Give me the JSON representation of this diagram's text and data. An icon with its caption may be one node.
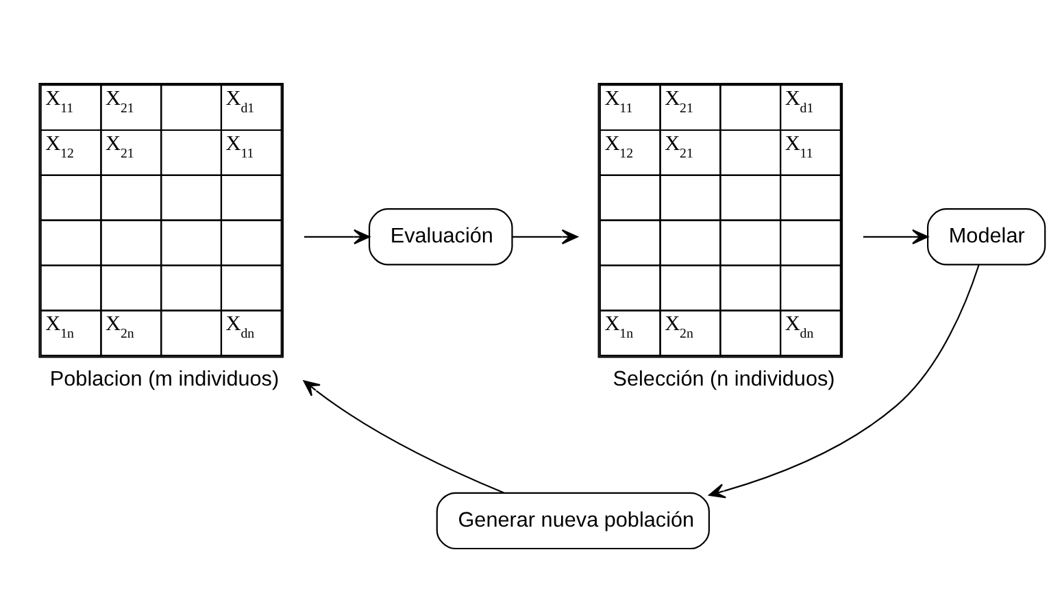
{
  "diagram": {
    "nodes": [
      {
        "text": [
          "X$_{11}$",
          "X$_{21}$",
          "X$_{d1}$",
          "X$_{12}$",
          "X$_{21}$",
          "X$_{11}$",
          "X$_{1n}$",
          "X$_{2n}$",
          "X$_{dn}$"
        ],
        "beside": [
          "Poblacion (m individuos)"
        ]
      },
      {
        "text": [
          "Evaluación"
        ]
      },
      {
        "text": [
          "X$_{11}$",
          "X$_{21}$",
          "X$_{d1}$",
          "X$_{12}$",
          "X$_{21}$",
          "X$_{11}$",
          "X$_{1n}$",
          "X$_{2n}$",
          "X$_{dn}$"
        ],
        "beside": [
          "Selección (n individuos)"
        ]
      },
      {
        "text": [
          "Modelar"
        ]
      },
      {
        "text": [
          "Generar nueva población"
        ]
      }
    ],
    "edges": [
      {
        "from": 0,
        "to": 1,
        "arrow": "to"
      },
      {
        "from": 1,
        "to": 2,
        "arrow": "to"
      },
      {
        "from": 2,
        "to": 3,
        "arrow": "to"
      },
      {
        "from": 3,
        "to": 4,
        "arrow": "to"
      },
      {
        "from": 4,
        "to": 0,
        "arrow": "to"
      }
    ]
  }
}
